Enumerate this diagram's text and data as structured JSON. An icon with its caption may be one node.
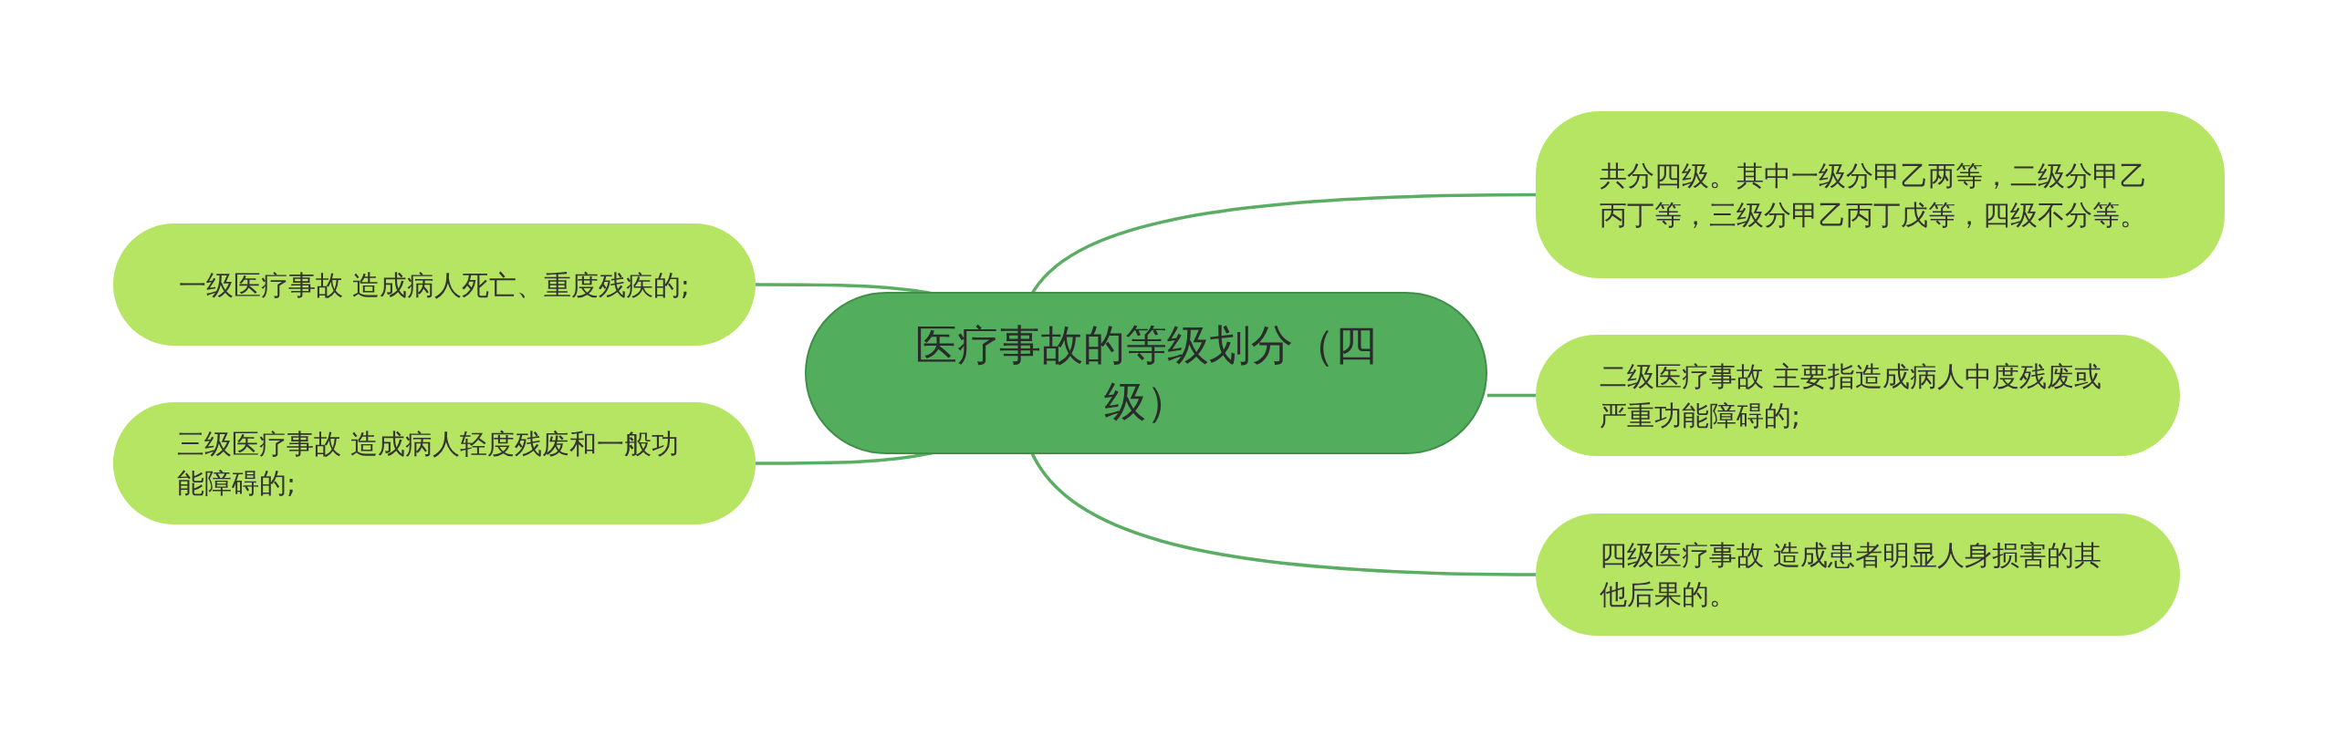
{
  "diagram": {
    "nodes": [
      {
        "text": [
          "医疗事故的等级划分（四级）"
        ]
      },
      {
        "text": [
          "一级医疗事故 造成病人死亡、重度残疾的;"
        ]
      },
      {
        "text": [
          "三级医疗事故 造成病人轻度残废和一般功能障碍的;"
        ]
      },
      {
        "text": [
          "共分四级。其中一级分甲乙两等，二级分甲乙丙丁等，三级分甲乙丙丁戊等，四级不分等。"
        ]
      },
      {
        "text": [
          "二级医疗事故 主要指造成病人中度残废或严重功能障碍的;"
        ]
      },
      {
        "text": [
          "四级医疗事故 造成患者明显人身损害的其他后果的。"
        ]
      }
    ],
    "edges": [
      {
        "from": 0,
        "to": 1,
        "arrow": "none"
      },
      {
        "from": 0,
        "to": 2,
        "arrow": "none"
      },
      {
        "from": 0,
        "to": 3,
        "arrow": "none"
      },
      {
        "from": 0,
        "to": 4,
        "arrow": "none"
      },
      {
        "from": 0,
        "to": 5,
        "arrow": "none"
      }
    ]
  }
}
